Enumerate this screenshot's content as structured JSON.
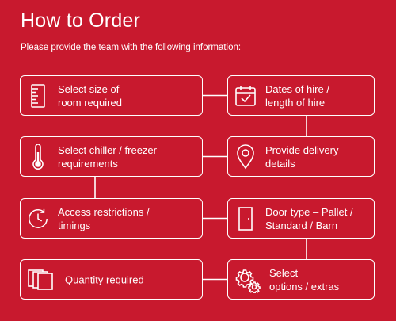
{
  "title": "How to Order",
  "subtitle": "Please provide the team with the following information:",
  "steps": [
    {
      "label": "Select size of\nroom required",
      "icon": "ruler-icon"
    },
    {
      "label": "Dates of hire /\nlength of hire",
      "icon": "calendar-icon"
    },
    {
      "label": "Select chiller / freezer\nrequirements",
      "icon": "thermometer-icon"
    },
    {
      "label": "Provide delivery\ndetails",
      "icon": "location-pin-icon"
    },
    {
      "label": "Access restrictions /\ntimings",
      "icon": "clock-icon"
    },
    {
      "label": "Door type – Pallet /\nStandard / Barn",
      "icon": "door-icon"
    },
    {
      "label": "Quantity required",
      "icon": "stacked-boxes-icon"
    },
    {
      "label": "Select\noptions / extras",
      "icon": "gears-icon"
    }
  ],
  "colors": {
    "background": "#c8192e",
    "foreground": "#ffffff"
  }
}
